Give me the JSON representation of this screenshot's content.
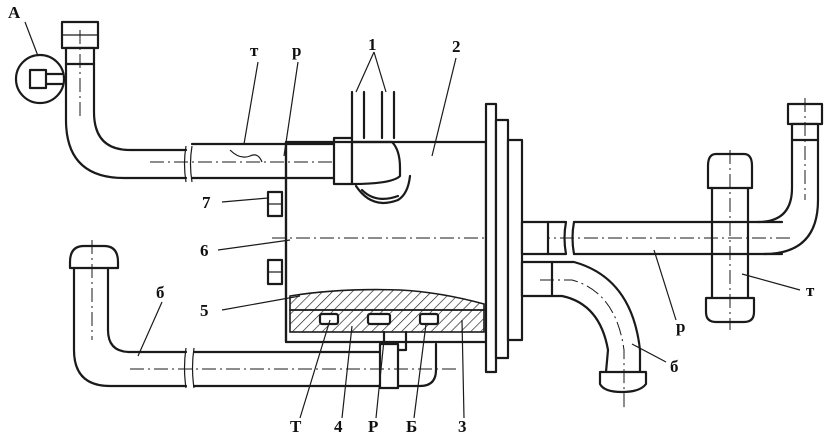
{
  "labels": {
    "A": "А",
    "t_left": "т",
    "r_left": "р",
    "n1": "1",
    "n2": "2",
    "n7": "7",
    "n6": "6",
    "n5": "5",
    "b_left": "б",
    "t_right": "т",
    "r_right": "р",
    "b_right": "б",
    "T_bottom": "Т",
    "n4": "4",
    "R_bottom": "Р",
    "B_bottom": "Б",
    "n3": "3"
  },
  "colors": {
    "ink": "#1a1a1a",
    "background": "#ffffff"
  }
}
